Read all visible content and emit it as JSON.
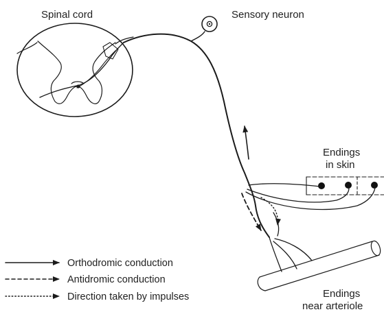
{
  "labels": {
    "spinal_cord": "Spinal cord",
    "sensory_neuron": "Sensory neuron",
    "endings_skin_line1": "Endings",
    "endings_skin_line2": "in skin",
    "endings_arteriole_line1": "Endings",
    "endings_arteriole_line2": "near arteriole"
  },
  "legend": [
    {
      "label": "Orthodromic conduction",
      "line_style": "solid"
    },
    {
      "label": "Antidromic conduction",
      "line_style": "dashed"
    },
    {
      "label": "Direction taken by impulses",
      "line_style": "dotted"
    }
  ],
  "colors": {
    "ink": "#1b1b1b",
    "background": "#ffffff"
  }
}
